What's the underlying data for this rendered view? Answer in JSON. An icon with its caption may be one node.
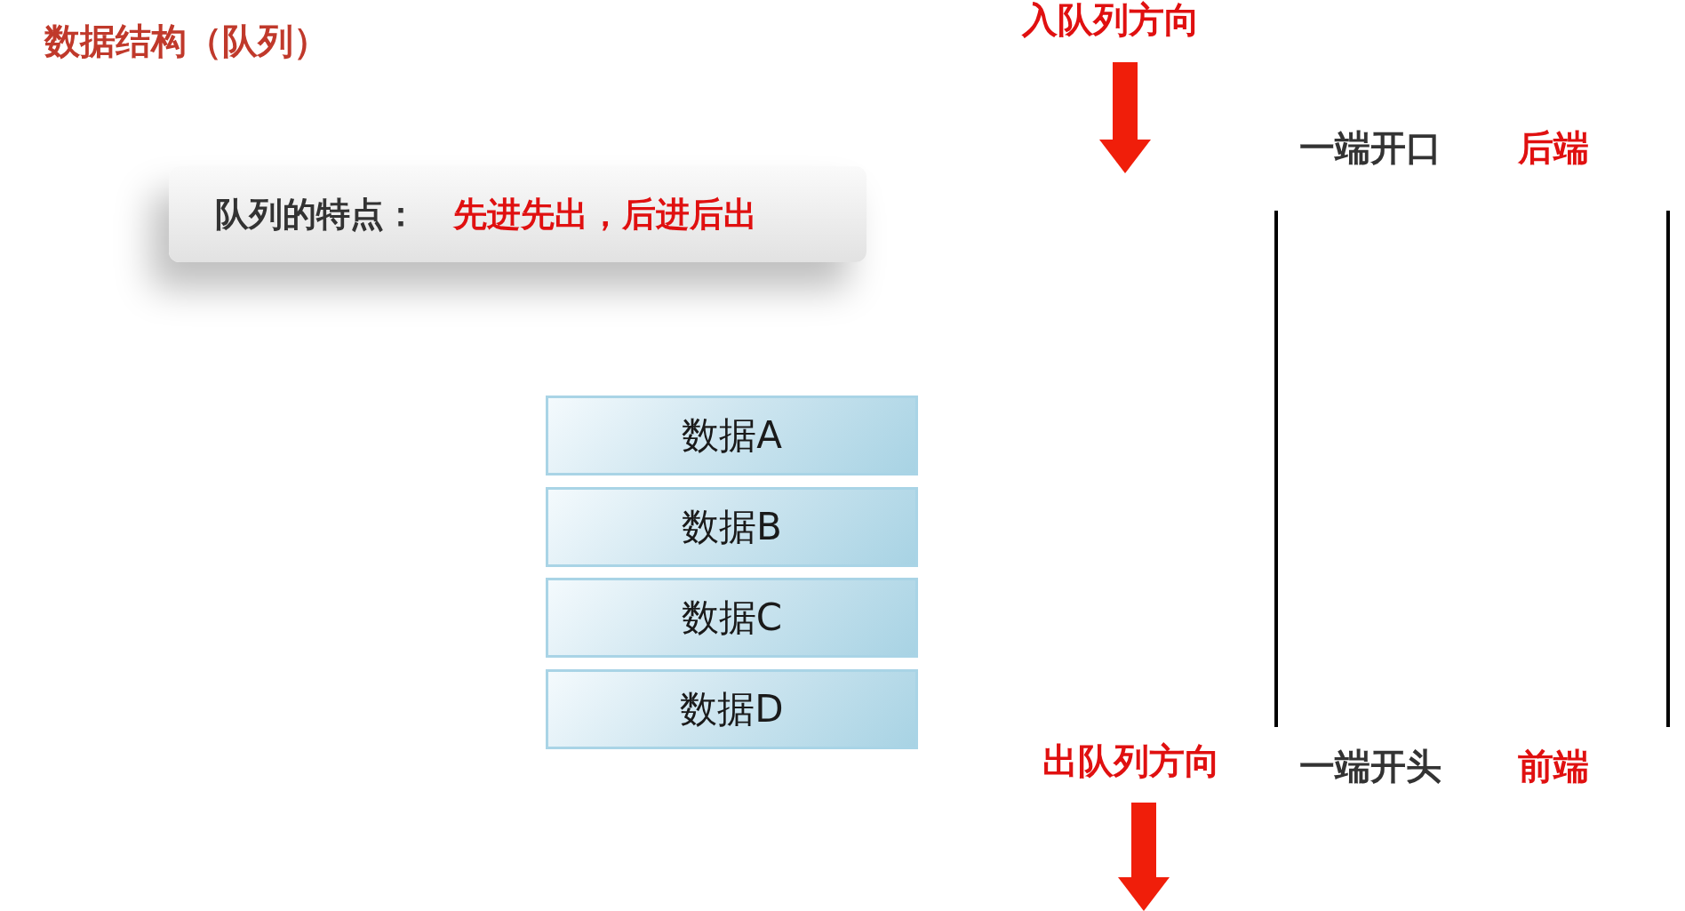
{
  "diagram": {
    "title": "数据结构（队列）",
    "nodes": [
      {
        "text": [
          "队列的特点：",
          "先进先出，后进后出"
        ]
      },
      {
        "text": [
          "数据A"
        ]
      },
      {
        "text": [
          "数据B"
        ]
      },
      {
        "text": [
          "数据C"
        ]
      },
      {
        "text": [
          "数据D"
        ]
      }
    ],
    "labels": [
      "入队列方向",
      "一端开口",
      "后端",
      "出队列方向",
      "一端开头",
      "前端"
    ]
  }
}
